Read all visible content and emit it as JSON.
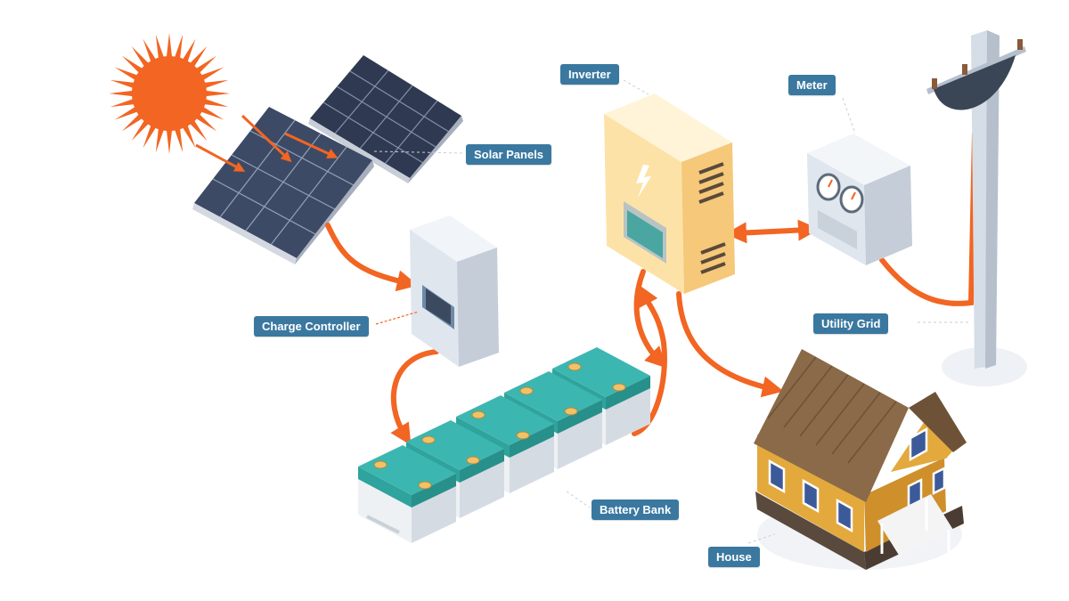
{
  "diagram": {
    "labels": {
      "solar_panels": "Solar Panels",
      "inverter": "Inverter",
      "meter": "Meter",
      "charge_controller": "Charge Controller",
      "utility_grid": "Utility Grid",
      "battery_bank": "Battery Bank",
      "house": "House"
    },
    "colors": {
      "flow": "#f26522",
      "label_bg": "#3a78a0",
      "label_text": "#ffffff",
      "sun": "#f26522",
      "panel": "#3d4a66",
      "inverter": "#fde2a8",
      "battery_top": "#3cb6b0",
      "house_wall": "#e3a93c",
      "house_roof": "#8a6a48",
      "pole": "#c9d3de"
    },
    "icons": [
      "sun-icon",
      "lightning-bolt-icon",
      "meter-dial-icon"
    ]
  }
}
